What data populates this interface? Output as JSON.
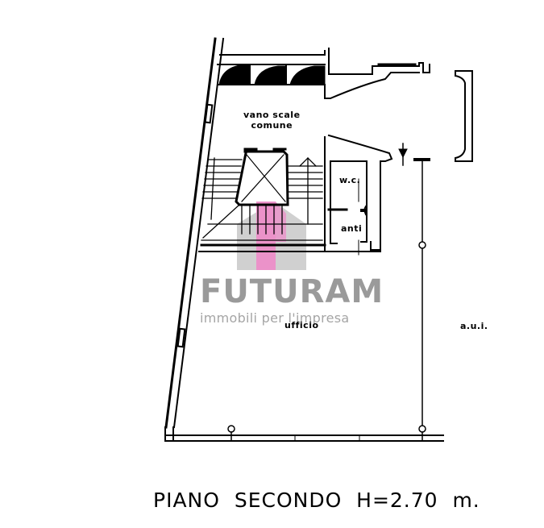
{
  "plan": {
    "title": "PIANO  SECONDO  H=2.70  m.",
    "rooms": [
      {
        "id": "vano-scale",
        "label_line1": "vano scale",
        "label_line2": "comune"
      },
      {
        "id": "wc",
        "label": "w.c."
      },
      {
        "id": "anti",
        "label": "anti"
      },
      {
        "id": "ufficio",
        "label": "ufficio"
      },
      {
        "id": "aui",
        "label": "a.u.i."
      }
    ]
  },
  "watermark": {
    "brand": "FUTURAM",
    "tagline": "immobili per l'impresa",
    "colors": {
      "gray": "#c8c8c8",
      "pink": "#e87fc0",
      "text": "#9a9a9a"
    }
  },
  "colors": {
    "line": "#000000",
    "background": "#ffffff"
  }
}
